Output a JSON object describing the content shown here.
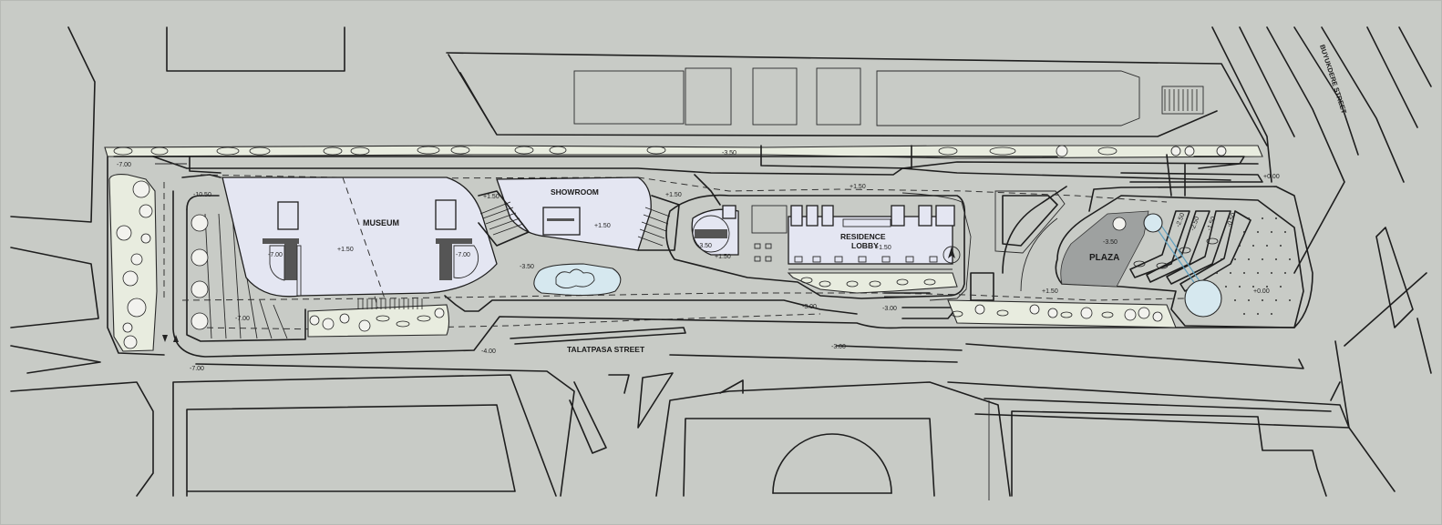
{
  "labels": {
    "museum": "MUSEUM",
    "showroom": "SHOWROOM",
    "residence_1": "RESIDENCE",
    "residence_2": "LOBBY",
    "plaza": "PLAZA",
    "talatpasa": "TALATPASA STREET",
    "buyukdere": "BUYUKDERE STREET"
  },
  "levels": {
    "nw": "-7.00",
    "w_ramp": "-10.50",
    "museum_floor": "+1.50",
    "museum_left": "-7.00",
    "museum_right": "-7.00",
    "court_left": "+1.50",
    "showroom_floor": "+1.50",
    "showroom_right": "+1.50",
    "pool": "-3.50",
    "top_road": "-3.50",
    "lobby_top": "+1.50",
    "round_room": "-3.50",
    "lobby_left": "+1.50",
    "lobby_right": "+1.50",
    "garden": "-7.00",
    "street_a": "-4.00",
    "street_b": "-3.00",
    "street_c": "-3.00",
    "street_d": "-3.00",
    "sw": "-7.00",
    "plaza_right": "+1.50",
    "plaza_low": "+1.50",
    "plaza_mid": "-3.50",
    "ne": "+0.00",
    "corner": "+0.00",
    "step_1": "-2.50",
    "step_2": "-2.50",
    "step_3": "-1.50",
    "step_4": "-0.50"
  },
  "colors": {
    "background": "#c8cbc6",
    "building": "#e4e6f2",
    "landscape": "#e8ecdf",
    "water": "#d6e8ef"
  },
  "symbols": {
    "north_arrow": "north-arrow-icon",
    "tree": "tree-icon",
    "shrub": "shrub-icon"
  }
}
